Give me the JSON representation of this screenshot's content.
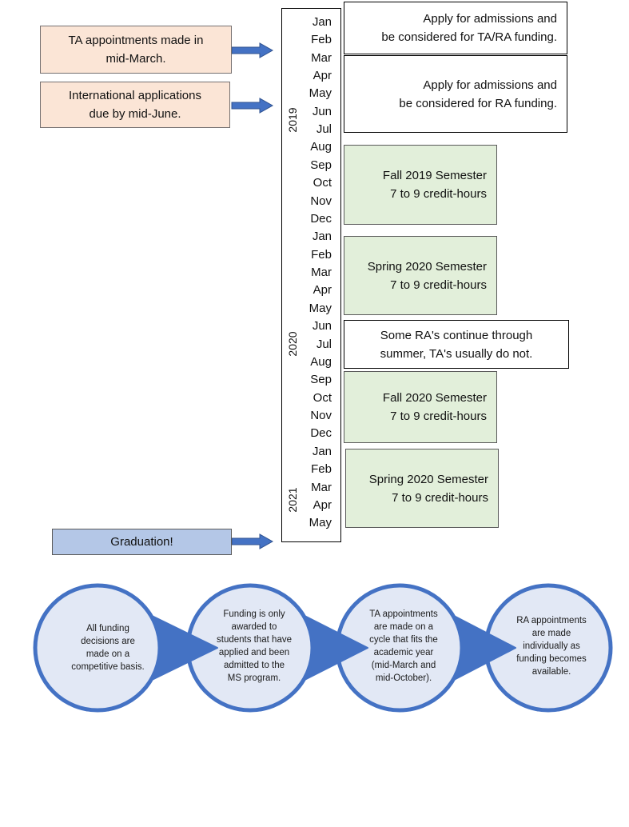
{
  "callouts": [
    {
      "lines": [
        "TA appointments made in",
        "mid-March."
      ]
    },
    {
      "lines": [
        "International applications",
        "due by mid-June."
      ]
    }
  ],
  "graduation": {
    "label": "Graduation!"
  },
  "timeline": {
    "years": [
      "2019",
      "2020",
      "2021"
    ],
    "months": [
      "Jan",
      "Feb",
      "Mar",
      "Apr",
      "May",
      "Jun",
      "Jul",
      "Aug",
      "Sep",
      "Oct",
      "Nov",
      "Dec",
      "Jan",
      "Feb",
      "Mar",
      "Apr",
      "May",
      "Jun",
      "Jul",
      "Aug",
      "Sep",
      "Oct",
      "Nov",
      "Dec",
      "Jan",
      "Feb",
      "Mar",
      "Apr",
      "May"
    ]
  },
  "events": [
    {
      "lines": [
        "Apply for admissions and",
        "be considered for TA/RA funding."
      ]
    },
    {
      "lines": [
        "Apply for admissions and",
        "be considered for RA funding."
      ]
    },
    {
      "lines": [
        "Fall 2019 Semester",
        "7 to 9 credit-hours"
      ]
    },
    {
      "lines": [
        "Spring 2020 Semester",
        "7 to 9 credit-hours"
      ]
    },
    {
      "lines": [
        "Some RA's continue through",
        "summer, TA's usually do not."
      ]
    },
    {
      "lines": [
        "Fall 2020 Semester",
        "7 to 9 credit-hours"
      ]
    },
    {
      "lines": [
        "Spring 2020 Semester",
        "7 to 9 credit-hours"
      ]
    }
  ],
  "process_steps": [
    {
      "lines": [
        "All funding",
        "decisions are",
        "made on a",
        "competitive basis."
      ]
    },
    {
      "lines": [
        "Funding is only",
        "awarded to",
        "students that have",
        "applied and been",
        "admitted to the",
        "MS program."
      ]
    },
    {
      "lines": [
        "TA appointments",
        "are made on a",
        "cycle that fits the",
        "academic year",
        "(mid-March and",
        "mid-October)."
      ]
    },
    {
      "lines": [
        "RA appointments",
        "are made",
        "individually as",
        "funding becomes",
        "available."
      ]
    }
  ],
  "colors": {
    "callout_fill": "#fbe5d6",
    "semester_fill": "#e2efda",
    "graduation_fill": "#b4c7e7",
    "accent": "#4472c4",
    "accent_dark": "#2f528f",
    "circle_fill": "#e2e8f5"
  }
}
